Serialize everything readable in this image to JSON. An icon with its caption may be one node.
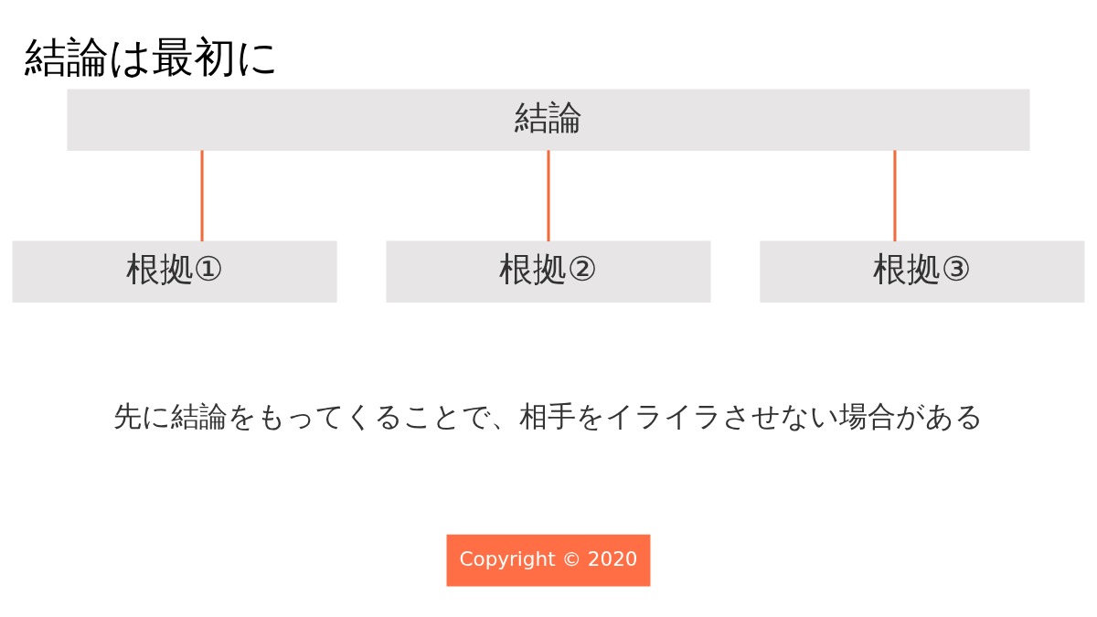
{
  "diagram": {
    "title": "結論は最初に",
    "nodes": [
      {
        "text": [
          "結論"
        ]
      },
      {
        "text": [
          "根拠①"
        ]
      },
      {
        "text": [
          "根拠②"
        ]
      },
      {
        "text": [
          "根拠③"
        ]
      }
    ],
    "edges": [
      {
        "from": 0,
        "to": 1,
        "arrow": "none"
      },
      {
        "from": 0,
        "to": 2,
        "arrow": "none"
      },
      {
        "from": 0,
        "to": 3,
        "arrow": "none"
      }
    ],
    "labels": [
      "先に結論をもってくることで、相手をイライラさせない場合がある",
      "Copyright © 2020"
    ]
  }
}
